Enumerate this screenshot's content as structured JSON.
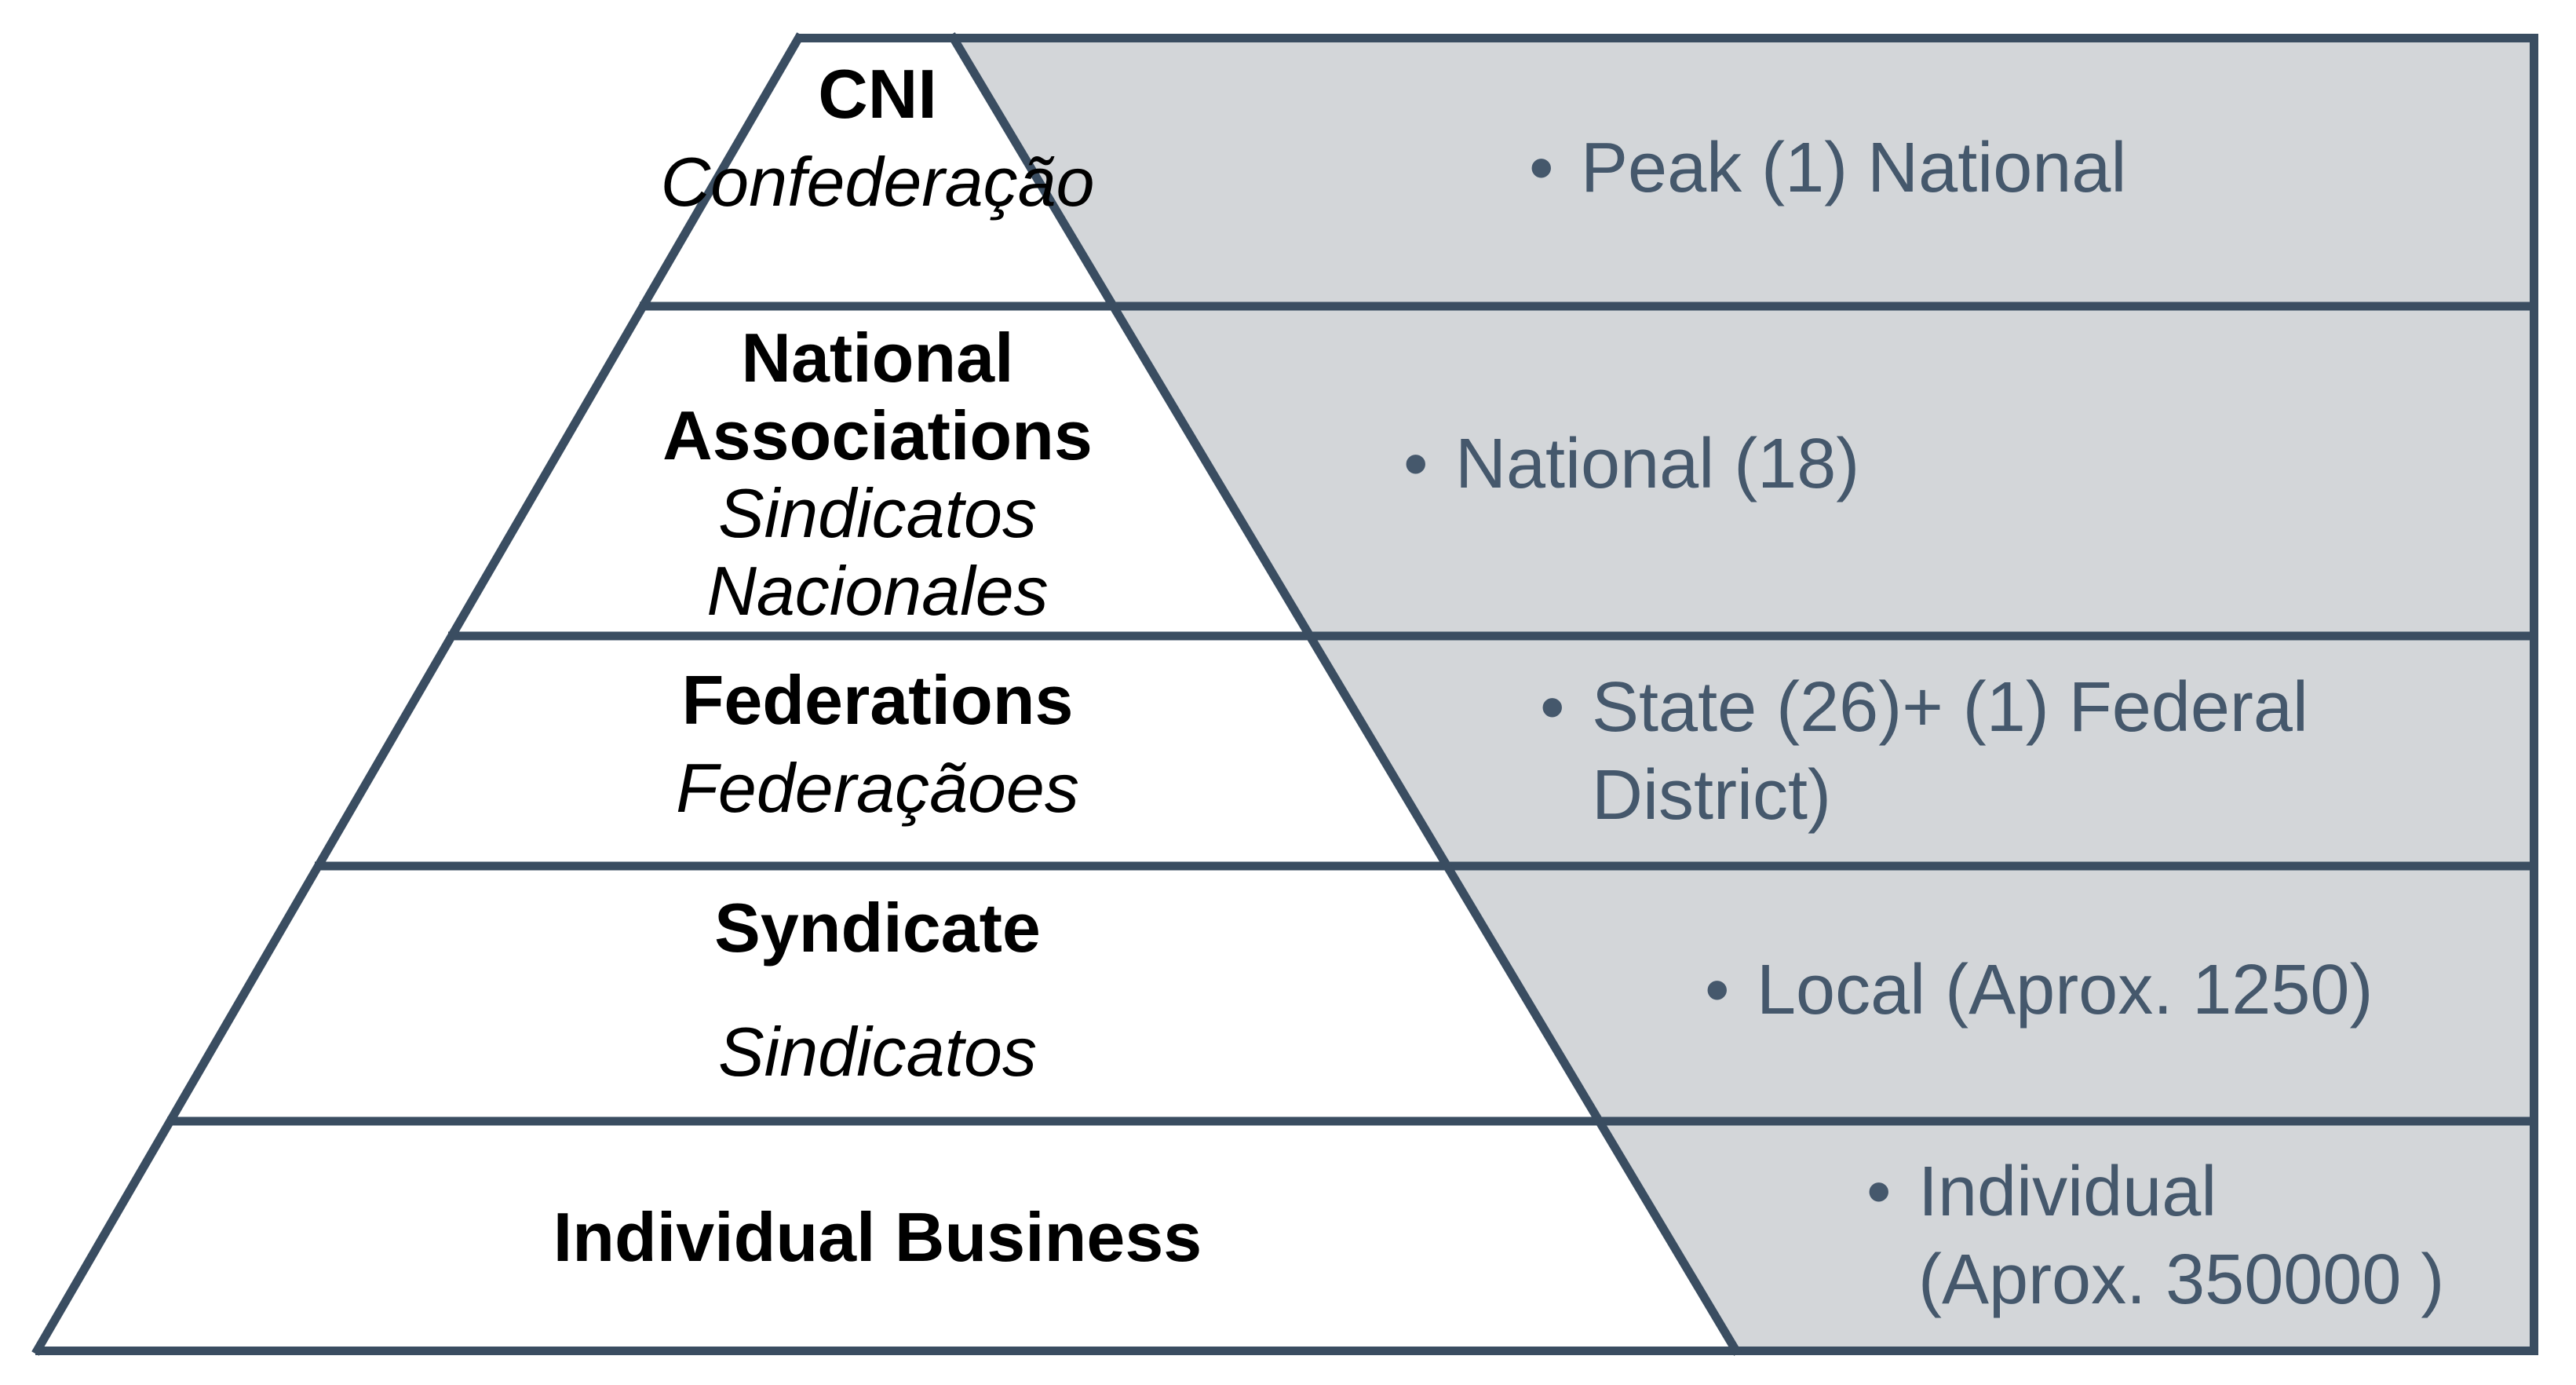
{
  "colors": {
    "background": "#FFFFFF",
    "panel_gray": "#D3D6D9",
    "line": "#3A4D61",
    "bullet_text": "#45586C",
    "label_text": "#000000"
  },
  "pyramid": {
    "bullet_glyph": "•",
    "levels": [
      {
        "id": "cni",
        "bold_lines": [
          "CNI"
        ],
        "italic_lines": [
          "Confederação"
        ],
        "bullet_lines": [
          "Peak (1) National"
        ]
      },
      {
        "id": "national-associations",
        "bold_lines": [
          "National",
          "Associations"
        ],
        "italic_lines": [
          "Sindicatos",
          "Nacionales"
        ],
        "bullet_lines": [
          "National (18)"
        ]
      },
      {
        "id": "federations",
        "bold_lines": [
          "Federations"
        ],
        "italic_lines": [
          "Federaçãoes"
        ],
        "bullet_lines": [
          "State (26)+ (1) Federal",
          "District)"
        ]
      },
      {
        "id": "syndicate",
        "bold_lines": [
          "Syndicate"
        ],
        "italic_lines": [
          "Sindicatos"
        ],
        "bullet_lines": [
          "Local (Aprox. 1250)"
        ]
      },
      {
        "id": "individual-business",
        "bold_lines": [
          "Individual Business"
        ],
        "italic_lines": [],
        "bullet_lines": [
          "Individual",
          "(Aprox. 350000 )"
        ]
      }
    ]
  }
}
